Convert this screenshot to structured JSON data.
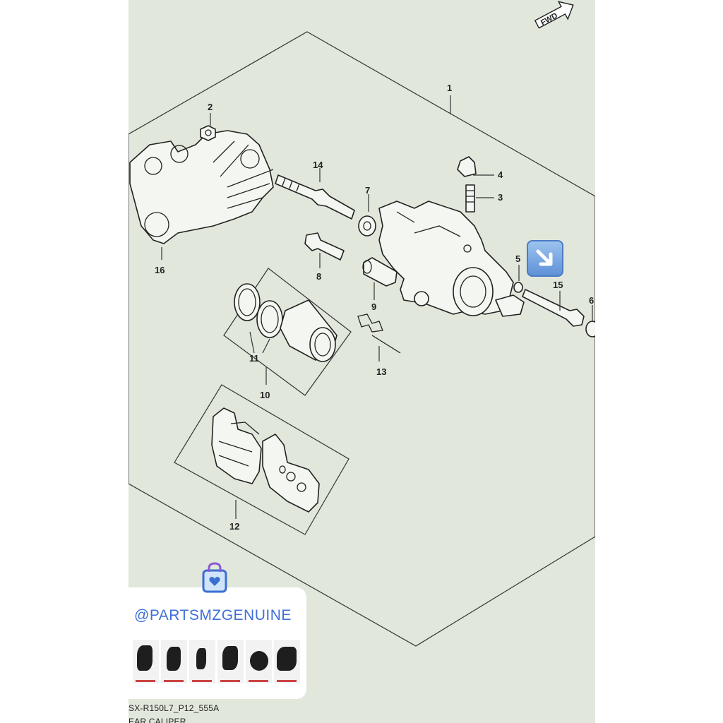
{
  "diagram": {
    "fwd_label": "FWD",
    "callouts": {
      "c1": "1",
      "c2": "2",
      "c3": "3",
      "c4": "4",
      "c5": "5",
      "c6": "6",
      "c7": "7",
      "c8": "8",
      "c9": "9",
      "c10": "10",
      "c11": "11",
      "c12": "12",
      "c13": "13",
      "c14": "14",
      "c15": "15",
      "c16": "16"
    },
    "caption_code": "SX-R150L7_P12_555A",
    "caption_title": "EAR CALIPER"
  },
  "watermark": {
    "handle": "@PARTSMZGENUINE",
    "icon": "shopping-bag-heart-icon"
  },
  "overlay": {
    "icon": "arrow-down-right-icon",
    "accent": "#5d8fd6"
  },
  "colors": {
    "panel_background": "#e1e7db",
    "handle_text": "#3f6fd8"
  }
}
